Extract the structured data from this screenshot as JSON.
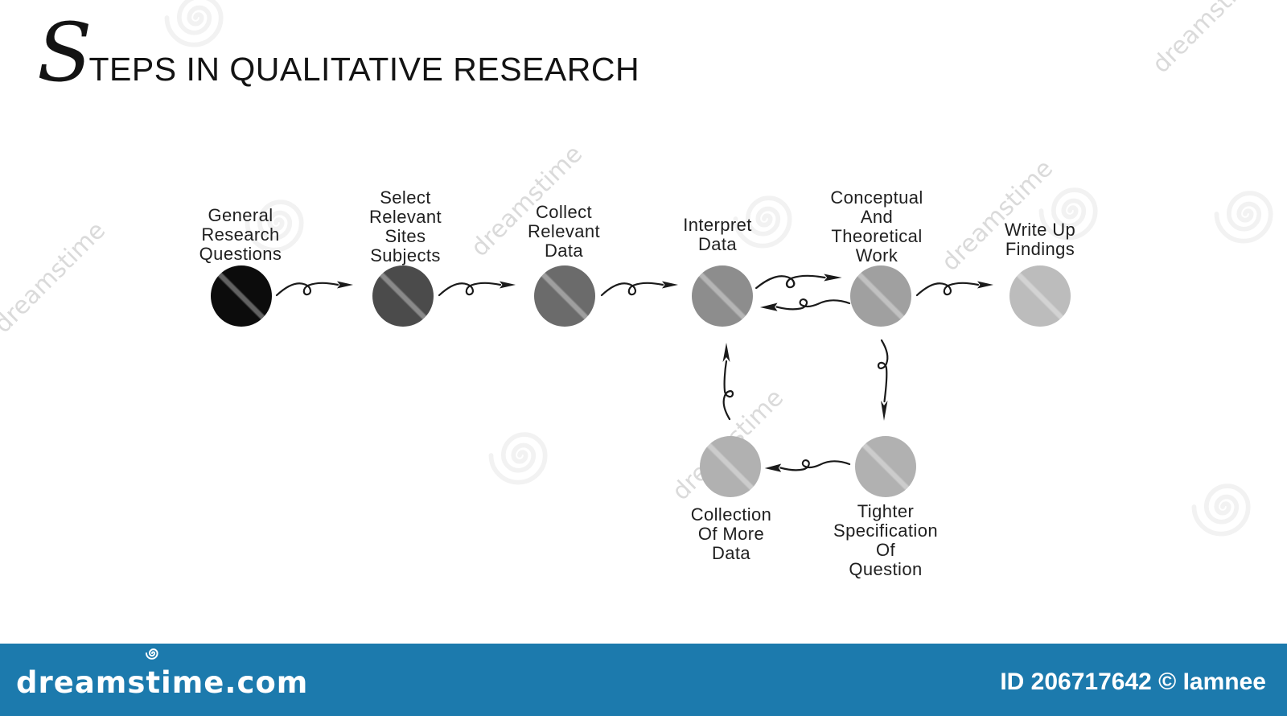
{
  "title": {
    "initial": "S",
    "rest": "TEPS IN QUALITATIVE RESEARCH"
  },
  "nodes": [
    {
      "id": "general-research-questions",
      "label": "General\nResearch\nQuestions",
      "color": "#0c0c0c"
    },
    {
      "id": "select-relevant-sites-subjects",
      "label": "Select\nRelevant\nSites\nSubjects",
      "color": "#4b4b4b"
    },
    {
      "id": "collect-relevant-data",
      "label": "Collect\nRelevant\nData",
      "color": "#6b6b6b"
    },
    {
      "id": "interpret-data",
      "label": "Interpret\nData",
      "color": "#8d8d8d"
    },
    {
      "id": "conceptual-and-theoretical-work",
      "label": "Conceptual\nAnd\nTheoretical\nWork",
      "color": "#a0a0a0"
    },
    {
      "id": "write-up-findings",
      "label": "Write Up\nFindings",
      "color": "#bcbcbc"
    },
    {
      "id": "collection-of-more-data",
      "label": "Collection\nOf More\nData",
      "color": "#b1b1b1"
    },
    {
      "id": "tighter-specification-of-question",
      "label": "Tighter\nSpecification\nOf\nQuestion",
      "color": "#b1b1b1"
    }
  ],
  "flows": [
    {
      "from": "general-research-questions",
      "to": "select-relevant-sites-subjects"
    },
    {
      "from": "select-relevant-sites-subjects",
      "to": "collect-relevant-data"
    },
    {
      "from": "collect-relevant-data",
      "to": "interpret-data"
    },
    {
      "from": "interpret-data",
      "to": "conceptual-and-theoretical-work"
    },
    {
      "from": "conceptual-and-theoretical-work",
      "to": "interpret-data"
    },
    {
      "from": "conceptual-and-theoretical-work",
      "to": "write-up-findings"
    },
    {
      "from": "conceptual-and-theoretical-work",
      "to": "tighter-specification-of-question"
    },
    {
      "from": "tighter-specification-of-question",
      "to": "collection-of-more-data"
    },
    {
      "from": "collection-of-more-data",
      "to": "interpret-data"
    }
  ],
  "watermark": {
    "text": "dreamstime",
    "site": "dreamstime.com",
    "credit": "ID 206717642 © Iamnee",
    "bar_color": "#1c7aad"
  }
}
